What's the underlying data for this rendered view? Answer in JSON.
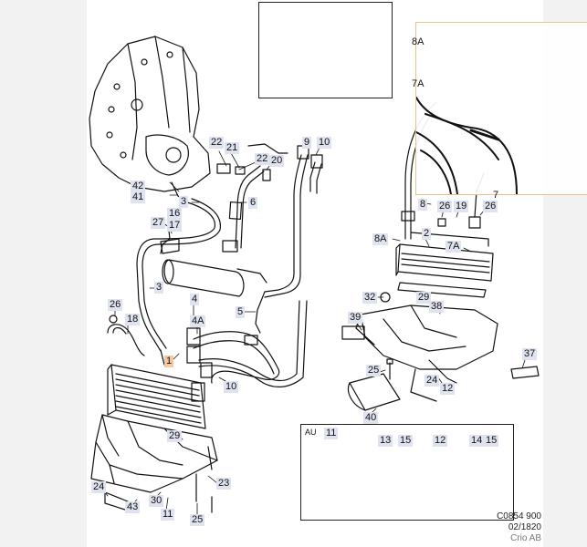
{
  "figure": {
    "code": "C0854 900",
    "date": "02/1820",
    "publisher": "Crio AB",
    "inset_label": "AU"
  },
  "callouts": [
    {
      "id": "c8a",
      "text": "8A"
    },
    {
      "id": "c7a-top",
      "text": "7A"
    },
    {
      "id": "c22a",
      "text": "22"
    },
    {
      "id": "c21",
      "text": "21"
    },
    {
      "id": "c22b",
      "text": "22"
    },
    {
      "id": "c20",
      "text": "20"
    },
    {
      "id": "c9",
      "text": "9"
    },
    {
      "id": "c10a",
      "text": "10"
    },
    {
      "id": "c42",
      "text": "42"
    },
    {
      "id": "c41",
      "text": "41"
    },
    {
      "id": "c3a",
      "text": "3"
    },
    {
      "id": "c6",
      "text": "6"
    },
    {
      "id": "c16",
      "text": "16"
    },
    {
      "id": "c17",
      "text": "17"
    },
    {
      "id": "c27",
      "text": "27"
    },
    {
      "id": "c3b",
      "text": "3"
    },
    {
      "id": "c4",
      "text": "4"
    },
    {
      "id": "c4a",
      "text": "4A"
    },
    {
      "id": "c5",
      "text": "5"
    },
    {
      "id": "c26a",
      "text": "26"
    },
    {
      "id": "c18",
      "text": "18"
    },
    {
      "id": "c1",
      "text": "1"
    },
    {
      "id": "c10b",
      "text": "10"
    },
    {
      "id": "c29a",
      "text": "29"
    },
    {
      "id": "c24a",
      "text": "24"
    },
    {
      "id": "c43",
      "text": "43"
    },
    {
      "id": "c30",
      "text": "30"
    },
    {
      "id": "c11a",
      "text": "11"
    },
    {
      "id": "c23",
      "text": "23"
    },
    {
      "id": "c25a",
      "text": "25"
    },
    {
      "id": "c8",
      "text": "8"
    },
    {
      "id": "c26b",
      "text": "26"
    },
    {
      "id": "c19",
      "text": "19"
    },
    {
      "id": "c26c",
      "text": "26"
    },
    {
      "id": "c7",
      "text": "7"
    },
    {
      "id": "c8a2",
      "text": "8A"
    },
    {
      "id": "c2",
      "text": "2"
    },
    {
      "id": "c7a",
      "text": "7A"
    },
    {
      "id": "c32",
      "text": "32"
    },
    {
      "id": "c29b",
      "text": "29"
    },
    {
      "id": "c38",
      "text": "38"
    },
    {
      "id": "c39",
      "text": "39"
    },
    {
      "id": "c25b",
      "text": "25"
    },
    {
      "id": "c24b",
      "text": "24"
    },
    {
      "id": "c12a",
      "text": "12"
    },
    {
      "id": "c37",
      "text": "37"
    },
    {
      "id": "c40",
      "text": "40"
    },
    {
      "id": "c11b",
      "text": "11"
    },
    {
      "id": "c13",
      "text": "13"
    },
    {
      "id": "c15a",
      "text": "15"
    },
    {
      "id": "c12b",
      "text": "12"
    },
    {
      "id": "c14",
      "text": "14"
    },
    {
      "id": "c15b",
      "text": "15"
    }
  ]
}
